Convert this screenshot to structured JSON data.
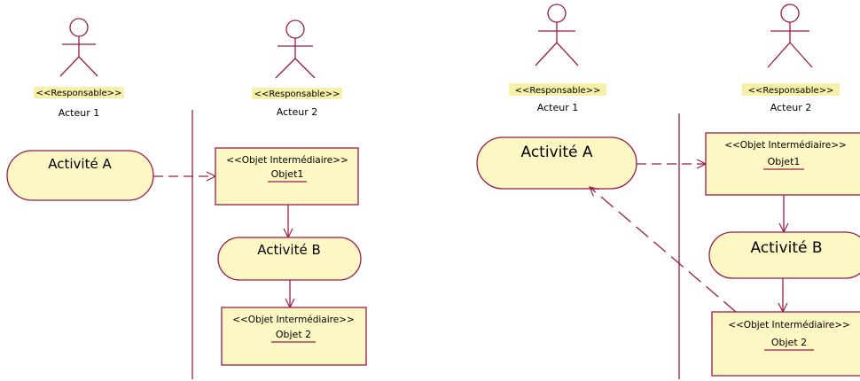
{
  "colors": {
    "line": "#9b1b4a",
    "fill": "#fdf7c4",
    "stereo_bg": "#f7f0a8",
    "text": "#000000"
  },
  "left": {
    "actor1": {
      "stereotype": "<<Responsable>>",
      "name": "Acteur 1"
    },
    "actor2": {
      "stereotype": "<<Responsable>>",
      "name": "Acteur 2"
    },
    "activity_a": "Activité A",
    "activity_b": "Activité B",
    "object1": {
      "stereotype": "<<Objet Intermédiaire>>",
      "name": "Objet1"
    },
    "object2": {
      "stereotype": "<<Objet Intermédiaire>>",
      "name": "Objet 2"
    }
  },
  "right": {
    "actor1": {
      "stereotype": "<<Responsable>>",
      "name": "Acteur 1"
    },
    "actor2": {
      "stereotype": "<<Responsable>>",
      "name": "Acteur 2"
    },
    "activity_a": "Activité A",
    "activity_b": "Activité B",
    "object1": {
      "stereotype": "<<Objet Intermédiaire>>",
      "name": "Objet1"
    },
    "object2": {
      "stereotype": "<<Objet Intermédiaire>>",
      "name": "Objet 2"
    }
  }
}
